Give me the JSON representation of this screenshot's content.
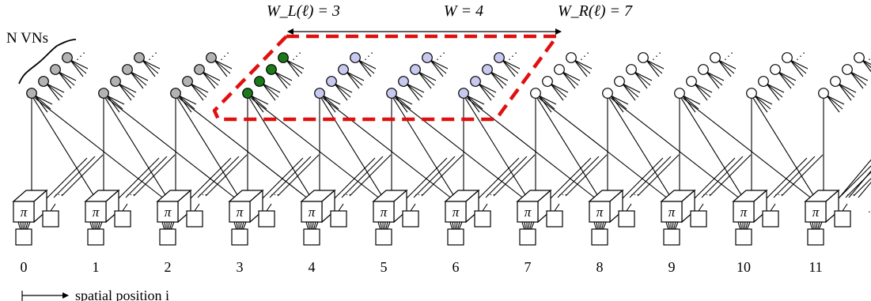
{
  "header": {
    "wl_label": "W_L(ℓ) = 3",
    "w_label": "W = 4",
    "wr_label": "W_R(ℓ) = 7"
  },
  "vn_label": "N VNs",
  "perm_symbol": "π",
  "ellipsis": "···",
  "positions": [
    "0",
    "1",
    "2",
    "3",
    "4",
    "5",
    "6",
    "7",
    "8",
    "9",
    "10",
    "11"
  ],
  "axis_caption": "spatial position i",
  "node_states": [
    "gray",
    "gray",
    "gray",
    "green",
    "blue",
    "blue",
    "blue",
    "white",
    "white",
    "white",
    "white",
    "white"
  ],
  "colors": {
    "gray": "#b3b3b3",
    "green": "#1a7a1a",
    "blue": "#c7c9ee",
    "white": "#ffffff",
    "window": "#e01010"
  }
}
